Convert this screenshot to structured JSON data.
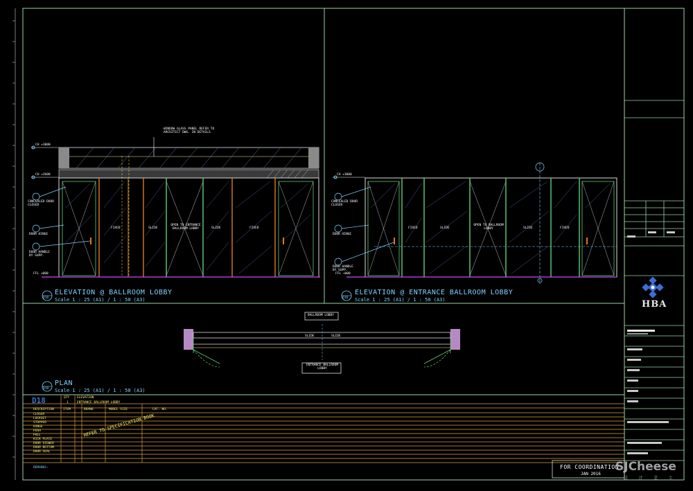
{
  "elevation_ballroom": {
    "title": "ELEVATION @ BALLROOM LOBBY",
    "scale": "Scale 1 : 25 (A1) / 1 : 50 (A3)",
    "tag": "D18",
    "glass_note": "WINDOW GLASS PANEL REFER TO ARCHITECT DWG. IN DETAILS",
    "levels": [
      "CH +3000",
      "CH +2600",
      "FFL +000"
    ],
    "panel_labels": [
      "FIXED",
      "SLIDE",
      "OPEN TO ENTRANCE BALLROOM LOBBY",
      "SLIDE",
      "FIXED"
    ],
    "callouts": [
      "CONCEALED DOOR CLOSER",
      "DOOR HINGE",
      "DOOR HANDLE BY SUPP."
    ]
  },
  "elevation_entrance": {
    "title": "ELEVATION @ ENTRANCE BALLROOM LOBBY",
    "scale": "Scale 1 : 25 (A1) / 1 : 50 (A3)",
    "tag": "D18",
    "levels": [
      "CH +3000",
      "FFL +000"
    ],
    "panel_labels": [
      "FIXED",
      "SLIDE",
      "OPEN TO BALLROOM LOBBY",
      "SLIDE",
      "FIXED"
    ],
    "callouts": [
      "CONCEALED DOOR CLOSER",
      "DOOR HINGE",
      "DOOR HANDLE BY SUPP."
    ]
  },
  "plan": {
    "title": "PLAN",
    "scale": "Scale 1 : 25 (A1) / 1 : 50 (A3)",
    "tag": "D18",
    "room_top": "BALLROOM LOBBY",
    "room_bottom": "ENTRANCE BALLROOM LOBBY",
    "slide_left": "SLIDE",
    "slide_right": "SLIDE"
  },
  "schedule": {
    "tag": "D18",
    "qty_header": "QTY",
    "location_header": "ELEVATION",
    "qty": "1",
    "location": "ENTRANCE BALLROOM LOBBY",
    "headers": [
      "ITEM",
      "BRAND",
      "MODEL SIZE",
      "CAT. NO."
    ],
    "rows": [
      "DESCRIPTION",
      "CLOSER",
      "LOCKSET",
      "STOPPER",
      "HINGE",
      "PUSH",
      "PULL",
      "KICK PLATE",
      "DOOR VIEWER",
      "DOOR BOTTOM",
      "DOOR SEAL"
    ],
    "note": "REFER TO SPECIFICATION BOOK",
    "remarks": "REMARKS:"
  },
  "title_block": {
    "company": "HBA",
    "stamp": "FOR COORDINATION",
    "date": "JAN 2016"
  },
  "watermark": {
    "text": "SJCheese",
    "sub": "设 计 芝 士"
  }
}
